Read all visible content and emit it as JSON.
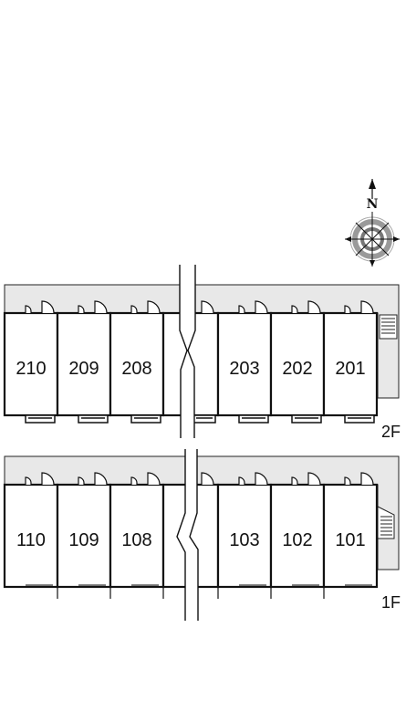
{
  "compass": {
    "north_label": "N"
  },
  "floors": [
    {
      "label": "2F",
      "units": [
        "210",
        "209",
        "208",
        "203",
        "202",
        "201"
      ]
    },
    {
      "label": "1F",
      "units": [
        "110",
        "109",
        "108",
        "103",
        "102",
        "101"
      ]
    }
  ],
  "colors": {
    "corridor": "#e8e8e8",
    "wall": "#111111",
    "background": "#ffffff",
    "compass_ring": "#9a9a9a"
  }
}
